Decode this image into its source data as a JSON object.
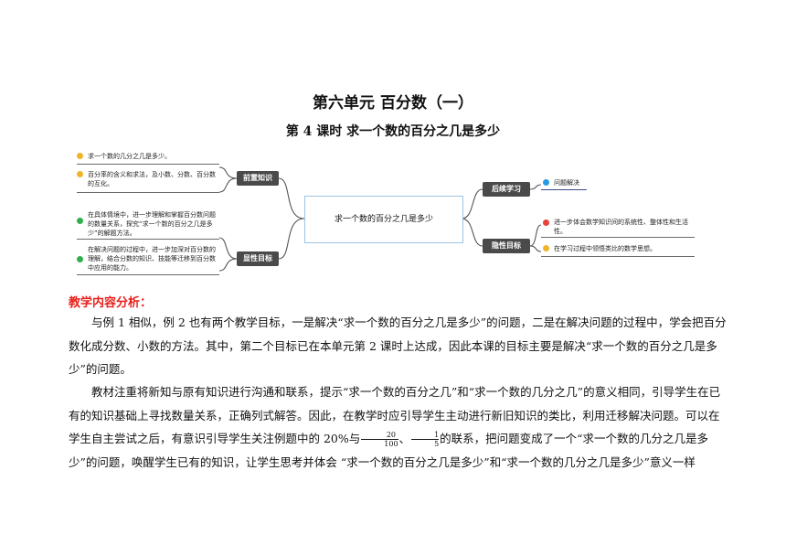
{
  "title": "第六单元 百分数（一）",
  "subtitle": "第 4 课时 求一个数的百分之几是多少",
  "mindmap": {
    "center": "求一个数的百分之几是多少",
    "left": [
      {
        "label": "前置知识",
        "items": [
          "求一个数的几分之几是多少。",
          "百分率的含义和求法，及小数、分数、百分数的互化。"
        ]
      },
      {
        "label": "显性目标",
        "items": [
          "在具体情境中，进一步理解和掌握百分数问题的数量关系，探究“求一个数的百分之几是多少”的解题方法。",
          "在解决问题的过程中，进一步加深对百分数的理解，结合分数的知识、技能等迁移到百分数中应用的能力。"
        ]
      }
    ],
    "right": [
      {
        "label": "后续学习",
        "items": [
          "问题解决"
        ]
      },
      {
        "label": "隐性目标",
        "items": [
          "进一步体会数学知识间的系统性、整体性和生活性。",
          "在学习过程中领悟类比的数学思想。"
        ]
      }
    ]
  },
  "section_heading": "教学内容分析：",
  "para1": "与例 1 相似，例 2 也有两个教学目标，一是解决“求一个数的百分之几是多少”的问题，二是在解决问题的过程中，学会把百分数化成分数、小数的方法。其中，第二个目标已在本单元第 2 课时上达成，因此本课的目标主要是解决“求一个数的百分之几是多少”的问题。",
  "para2_a": "教材注重将新知与原有知识进行沟通和联系，提示“求一个数的百分之几”和“求一个数的几分之几”的意义相同，引导学生在已有的知识基础上寻找数量关系，正确列式解答。因此，在教学时应引导学生主动进行新旧知识的类比，利用迁移解决问题。可以在学生自主尝试之后，有意识引导学生关注例题中的 20%与",
  "frac1_num": "20",
  "frac1_den": "100",
  "sep": "、",
  "frac2_num": "1",
  "frac2_den": "5",
  "para2_b": "的联系，把问题变成了一个“求一个数的几分之几是多少”的问题，唤醒学生已有的知识，让学生思考并体会 “求一个数的百分之几是多少”和“求一个数的几分之几是多少”意义一样"
}
